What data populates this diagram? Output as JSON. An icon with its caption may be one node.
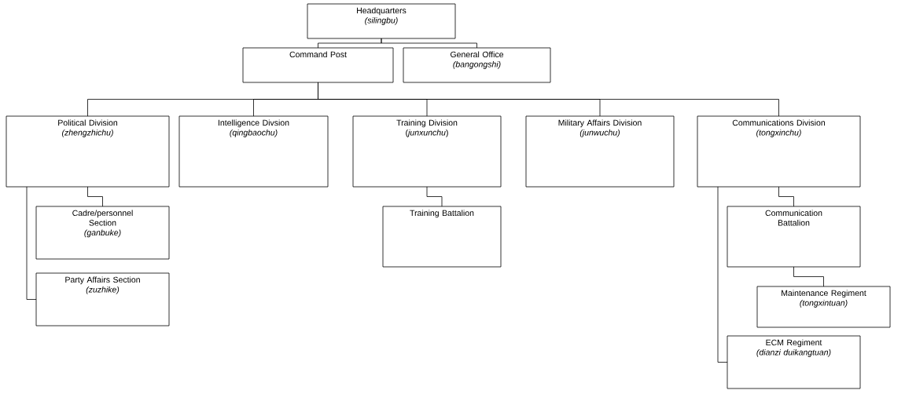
{
  "diagram": {
    "nodes": [
      {
        "text": [
          "Headquarters",
          "(silingbu)"
        ]
      },
      {
        "text": [
          "Command Post"
        ]
      },
      {
        "text": [
          "General Office",
          "(bangongshi)"
        ]
      },
      {
        "text": [
          "Political Division",
          "(zhengzhichu)"
        ]
      },
      {
        "text": [
          "Intelligence Divsion",
          "(qingbaochu)"
        ]
      },
      {
        "text": [
          "Training Division",
          "(*junxunchu*)"
        ]
      },
      {
        "text": [
          "Military Affairs Division",
          "(junwuchu)"
        ]
      },
      {
        "text": [
          "Communications Division",
          "(tongxinchu)"
        ]
      },
      {
        "text": [
          "Cadre/personnel Section",
          "(ganbuke)"
        ]
      },
      {
        "text": [
          "Party Affairs Section",
          "(zuzhike)"
        ]
      },
      {
        "text": [
          "Training Battalion"
        ]
      },
      {
        "text": [
          "Communication Battalion"
        ]
      },
      {
        "text": [
          "Maintenance Regiment",
          "(tongxintuan)"
        ]
      },
      {
        "text": [
          "ECM Regiment",
          "(dianzi duikangtuan)"
        ]
      }
    ],
    "edges": [
      {
        "from": 0,
        "to": 1,
        "arrow": "none"
      },
      {
        "from": 0,
        "to": 2,
        "arrow": "none"
      },
      {
        "from": 1,
        "to": 3,
        "arrow": "none"
      },
      {
        "from": 1,
        "to": 4,
        "arrow": "none"
      },
      {
        "from": 1,
        "to": 5,
        "arrow": "none"
      },
      {
        "from": 1,
        "to": 6,
        "arrow": "none"
      },
      {
        "from": 1,
        "to": 7,
        "arrow": "none"
      },
      {
        "from": 3,
        "to": 8,
        "arrow": "none"
      },
      {
        "from": 3,
        "to": 9,
        "arrow": "none"
      },
      {
        "from": 5,
        "to": 10,
        "arrow": "none"
      },
      {
        "from": 7,
        "to": 11,
        "arrow": "none"
      },
      {
        "from": 11,
        "to": 12,
        "arrow": "none"
      },
      {
        "from": 7,
        "to": 13,
        "arrow": "none"
      }
    ]
  }
}
